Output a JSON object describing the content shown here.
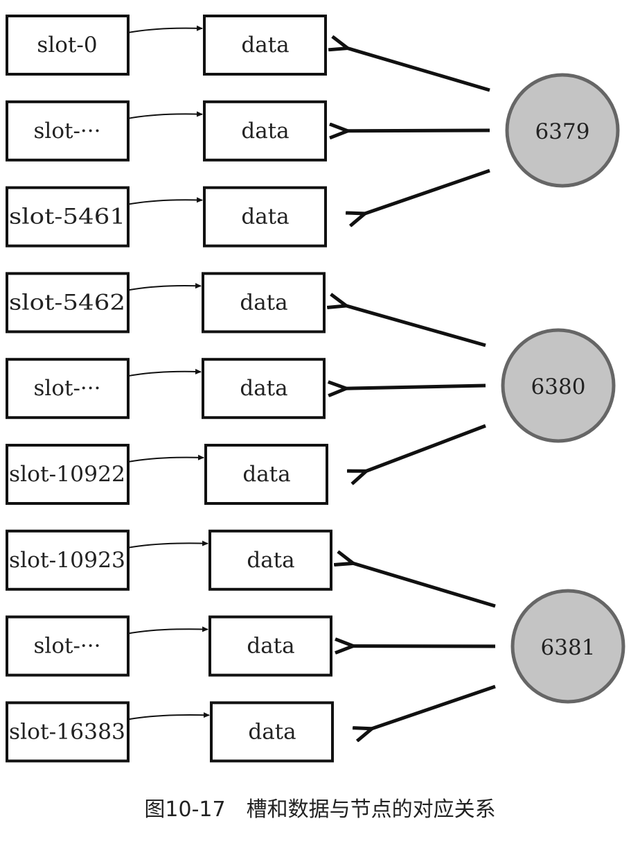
{
  "rows": [
    {
      "slot": "slot-0",
      "data": "data"
    },
    {
      "slot": "slot-···",
      "data": "data"
    },
    {
      "slot": "slot-5461",
      "data": "data"
    },
    {
      "slot": "slot-5462",
      "data": "data"
    },
    {
      "slot": "slot-···",
      "data": "data"
    },
    {
      "slot": "slot-10922",
      "data": "data"
    },
    {
      "slot": "slot-10923",
      "data": "data"
    },
    {
      "slot": "slot-···",
      "data": "data"
    },
    {
      "slot": "slot-16383",
      "data": "data"
    }
  ],
  "nodes": [
    {
      "label": "6379",
      "rows": [
        0,
        1,
        2
      ]
    },
    {
      "label": "6380",
      "rows": [
        3,
        4,
        5
      ]
    },
    {
      "label": "6381",
      "rows": [
        6,
        7,
        8
      ]
    }
  ],
  "colors": {
    "node_fill": "#c4c4c4",
    "node_stroke": "#666666",
    "stroke": "#111111"
  },
  "caption": "图10-17　槽和数据与节点的对应关系"
}
